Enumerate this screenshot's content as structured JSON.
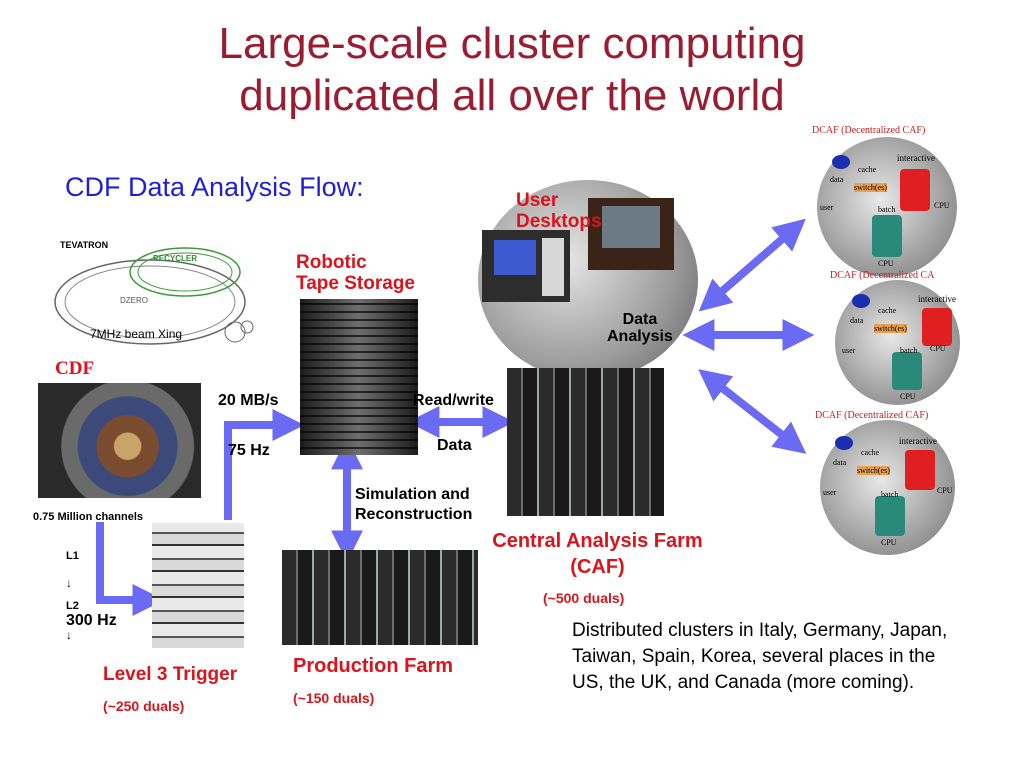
{
  "title_line1": "Large-scale cluster computing",
  "title_line2": "duplicated all over the world",
  "subtitle": "CDF Data Analysis Flow:",
  "tevatron": {
    "name": "TEVATRON",
    "recycler": "RECYCLER",
    "dzero": "DZERO",
    "beam_xing": "7MHz beam Xing",
    "cdf": "CDF"
  },
  "detector": {
    "channels": "0.75 Million channels"
  },
  "trigger": {
    "l1": "L1",
    "arrow1": "↓",
    "l2": "L2",
    "rate": "300 Hz",
    "arrow2": "↓",
    "label": "Level 3 Trigger",
    "duals": "(~250 duals)"
  },
  "rates": {
    "mbs": "20 MB/s",
    "hz": "75 Hz"
  },
  "tape": {
    "line1": "Robotic",
    "line2": "Tape Storage"
  },
  "readwrite": "Read/write",
  "data_label": "Data",
  "simulation": {
    "line1": "Simulation and",
    "line2": "Reconstruction"
  },
  "production": {
    "label": "Production Farm",
    "duals": "(~150 duals)"
  },
  "desktops": {
    "line1": "User",
    "line2": "Desktops"
  },
  "data_analysis": {
    "line1": "Data",
    "line2": "Analysis"
  },
  "caf": {
    "line1": "Central Analysis Farm",
    "line2": "(CAF)",
    "duals": "(~500 duals)"
  },
  "dcaf": [
    {
      "title": "DCAF (Decentralized CAF)",
      "interactive": "interactive",
      "cache": "cache",
      "data": "data",
      "switch": "switch(es)",
      "user": "user",
      "batch": "batch",
      "cpu1": "CPU",
      "cpu2": "CPU"
    },
    {
      "title": "DCAF (Decentralized CA",
      "interactive": "interactive",
      "cache": "cache",
      "data": "data",
      "switch": "switch(es)",
      "user": "user",
      "batch": "batch",
      "cpu1": "CPU",
      "cpu2": "CPU"
    },
    {
      "title": "DCAF (Decentralized CAF)",
      "interactive": "interactive",
      "cache": "cache",
      "data": "data",
      "switch": "switch(es)",
      "user": "user",
      "batch": "batch",
      "cpu1": "CPU",
      "cpu2": "CPU"
    }
  ],
  "description": "Distributed clusters in Italy, Germany, Japan, Taiwan, Spain, Korea, several places in the US, the UK, and Canada (more coming).",
  "colors": {
    "title": "#9b1b30",
    "subtitle": "#1f1fd6",
    "label_red": "#d9141d",
    "arrow": "#6a6af2"
  }
}
